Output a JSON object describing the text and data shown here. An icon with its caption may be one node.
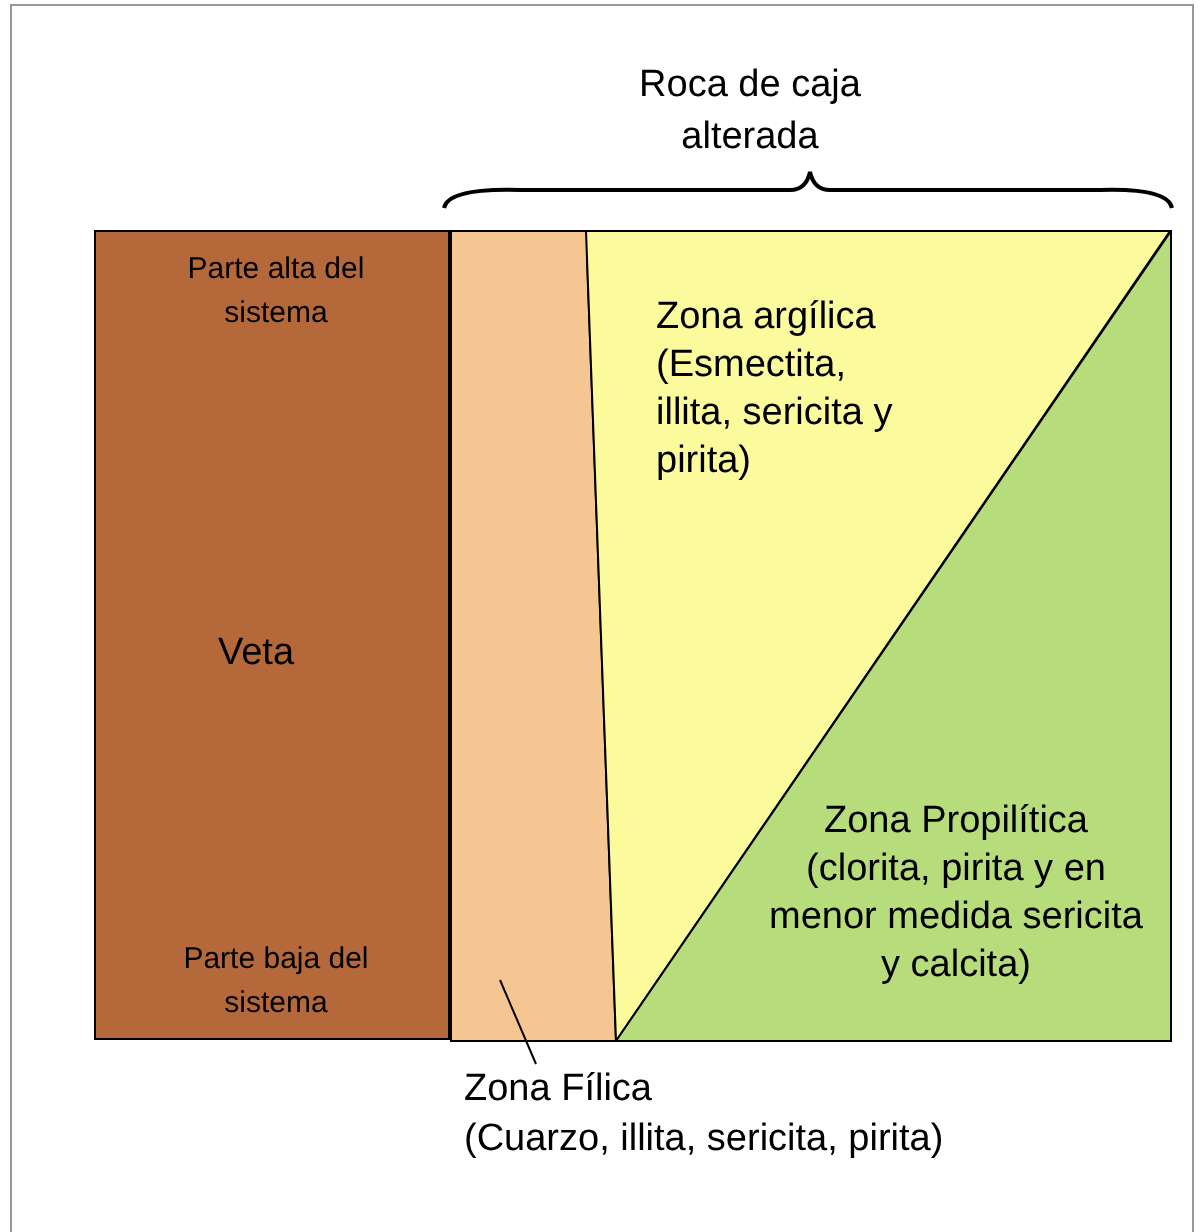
{
  "diagram": {
    "nodes": [
      {
        "text": [
          "Parte alta del sistema",
          "Veta",
          "Parte baja del sistema"
        ]
      },
      {
        "text": [],
        "shape": "box"
      },
      {
        "text": [
          "Zona Fílica",
          "(Cuarzo, illita, sericita, pirita)"
        ]
      },
      {
        "text": [
          "Zona argílica",
          "(Esmectita, illita, sericita y pirita)"
        ]
      },
      {
        "text": [
          "Zona Propilítica",
          "(clorita, pirita y en menor medida sericita y calcita)"
        ]
      }
    ],
    "edges": [
      {
        "from": 2,
        "to": 1,
        "arrow": "none"
      }
    ],
    "labels": [
      "Roca de caja alterada"
    ]
  }
}
